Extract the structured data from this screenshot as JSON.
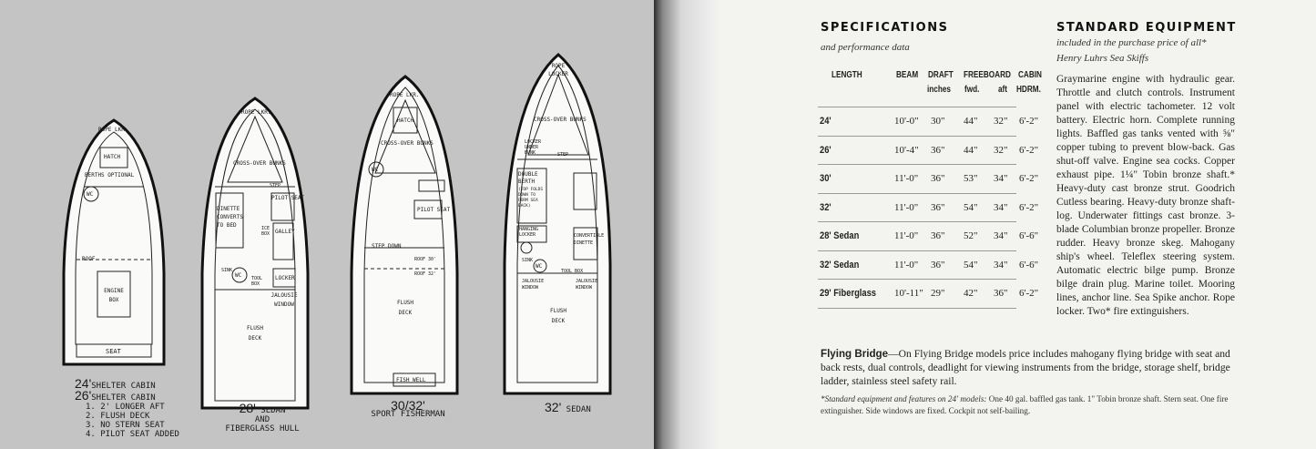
{
  "boats": [
    {
      "id": "b24",
      "labels": {
        "top": "ROPE LKR.",
        "hatch": "HATCH",
        "berths": "BERTHS OPTIONAL",
        "wc": "WC",
        "roof": "ROOF",
        "engine": "ENGINE BOX",
        "seat": "SEAT"
      }
    },
    {
      "id": "b28",
      "labels": {
        "top": "ROPE LKR.",
        "bunks": "CROSS-OVER BUNKS",
        "step": "STEP",
        "dinette": "DINETTE CONVERTS TO BED",
        "pilot": "PILOT SEAT",
        "galley": "GALLEY",
        "ice": "ICE BOX",
        "sink": "SINK",
        "wc": "WC",
        "locker": "LOCKER",
        "toolbox": "TOOL BOX",
        "jalousie": "JALOUSIE WINDOW",
        "flush": "FLUSH DECK"
      }
    },
    {
      "id": "b30",
      "labels": {
        "top": "ROPE LKR.",
        "hatch": "HATCH",
        "bunks": "CROSS-OVER BUNKS",
        "wc": "WC",
        "pilot": "PILOT SEAT",
        "stepdown": "STEP DOWN",
        "roof30": "ROOF 30'",
        "roof32": "ROOF 32'",
        "flush": "FLUSH DECK",
        "fishwell": "FISH WELL"
      }
    },
    {
      "id": "b32",
      "labels": {
        "top": "ROPE LOCKER",
        "bunks": "CROSS-OVER BUNKS",
        "locker": "LOCKER UNDER BUNK",
        "step": "STEP",
        "double": "DOUBLE BERTH",
        "top_folds": "(TOP FOLDS DOWN TO FORM SEA BACK)",
        "hanging": "HANGING LOCKER",
        "sink": "SINK",
        "wc": "WC",
        "dinette": "CONVERTIBLE DINETTE",
        "toolbox": "TOOL BOX",
        "jal1": "JALOUSIE WINDOW",
        "jal2": "JALOUSIE WINDOW",
        "flush": "FLUSH DECK"
      }
    }
  ],
  "captions": {
    "c24_size": "24'",
    "c24_name": "SHELTER CABIN",
    "c26_size": "26'",
    "c26_name": "SHELTER CABIN",
    "c26_notes": [
      "1. 2' LONGER AFT",
      "2. FLUSH DECK",
      "3. NO STERN SEAT",
      "4. PILOT SEAT ADDED"
    ],
    "c28_size": "28'",
    "c28_name": "SEDAN",
    "c28_and": "AND",
    "c28_hull": "FIBERGLASS HULL",
    "c30_size": "30/32'",
    "c30_name": "SPORT FISHERMAN",
    "c32_size": "32'",
    "c32_name": "SEDAN"
  },
  "specs": {
    "title": "SPECIFICATIONS",
    "subtitle": "and performance data",
    "headers": {
      "length": "LENGTH",
      "beam": "BEAM",
      "draft": "DRAFT",
      "draft2": "inches",
      "freeboard": "FREEBOARD",
      "fwd": "fwd.",
      "aft": "aft",
      "cabin": "CABIN",
      "cabin2": "HDRM."
    },
    "rows": [
      {
        "length": "24'",
        "beam": "10'-0\"",
        "draft": "30\"",
        "fwd": "44\"",
        "aft": "32\"",
        "hdrm": "6'-2\""
      },
      {
        "length": "26'",
        "beam": "10'-4\"",
        "draft": "36\"",
        "fwd": "44\"",
        "aft": "32\"",
        "hdrm": "6'-2\""
      },
      {
        "length": "30'",
        "beam": "11'-0\"",
        "draft": "36\"",
        "fwd": "53\"",
        "aft": "34\"",
        "hdrm": "6'-2\""
      },
      {
        "length": "32'",
        "beam": "11'-0\"",
        "draft": "36\"",
        "fwd": "54\"",
        "aft": "34\"",
        "hdrm": "6'-2\""
      },
      {
        "length": "28' Sedan",
        "beam": "11'-0\"",
        "draft": "36\"",
        "fwd": "52\"",
        "aft": "34\"",
        "hdrm": "6'-6\""
      },
      {
        "length": "32' Sedan",
        "beam": "11'-0\"",
        "draft": "36\"",
        "fwd": "54\"",
        "aft": "34\"",
        "hdrm": "6'-6\""
      },
      {
        "length": "29' Fiberglass",
        "beam": "10'-11\"",
        "draft": "29\"",
        "fwd": "42\"",
        "aft": "36\"",
        "hdrm": "6'-2\""
      }
    ]
  },
  "equipment": {
    "title": "STANDARD EQUIPMENT",
    "subtitle1": "included in the purchase price of all*",
    "subtitle2": "Henry Luhrs Sea Skiffs",
    "body": "Graymarine engine with hydraulic gear. Throttle and clutch controls. Instrument panel with electric tachometer. 12 volt battery. Electric horn. Complete running lights. Baffled gas tanks vented with ⅝\" copper tubing to prevent blow-back. Gas shut-off valve. Engine sea cocks. Copper exhaust pipe. 1¼\" Tobin bronze shaft.* Heavy-duty cast bronze strut. Goodrich Cutless bearing. Heavy-duty bronze shaft-log. Underwater fittings cast bronze. 3-blade Columbian bronze propeller. Bronze rudder. Heavy bronze skeg. Mahogany ship's wheel. Teleflex steering system. Automatic electric bilge pump. Bronze bilge drain plug. Marine toilet. Mooring lines, anchor line. Sea Spike anchor. Rope locker. Two* fire extinguishers."
  },
  "flying_bridge": {
    "title": "Flying Bridge",
    "text": "—On Flying Bridge models price includes mahogany flying bridge with seat and back rests, dual controls, deadlight for viewing instruments from the bridge, storage shelf, bridge ladder, stainless steel safety rail."
  },
  "footnote": {
    "lead": "*Standard equipment and features on 24' models:",
    "text": " One 40 gal. baffled gas tank. 1\" Tobin bronze shaft. Stern seat. One fire extinguisher. Side windows are fixed. Cockpit not self-bailing."
  }
}
